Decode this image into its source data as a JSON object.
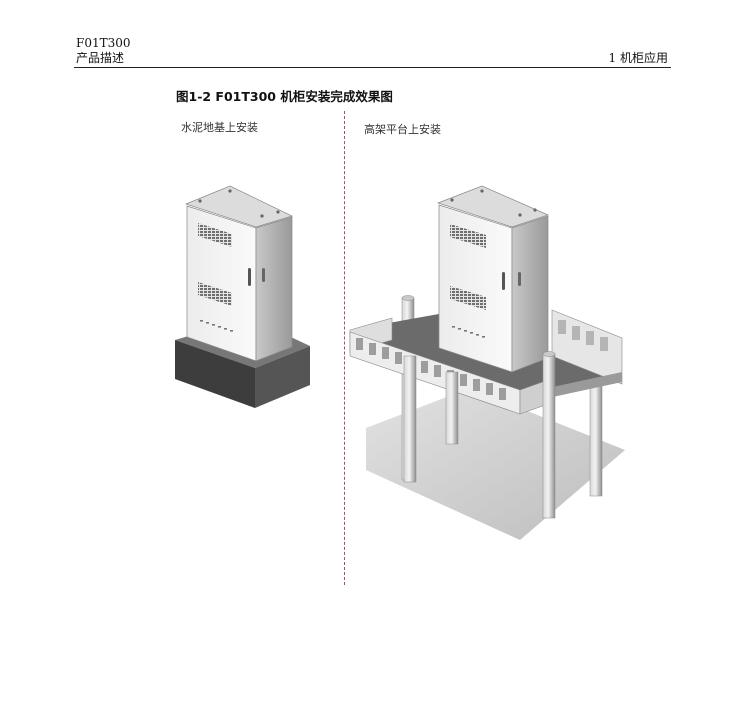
{
  "header": {
    "product": "F01T300",
    "section": "产品描述",
    "chapter": "1  机柜应用"
  },
  "figure": {
    "caption": "图1-2  F01T300 机柜安装完成效果图",
    "left_label": "水泥地基上安装",
    "right_label": "高架平台上安装"
  }
}
